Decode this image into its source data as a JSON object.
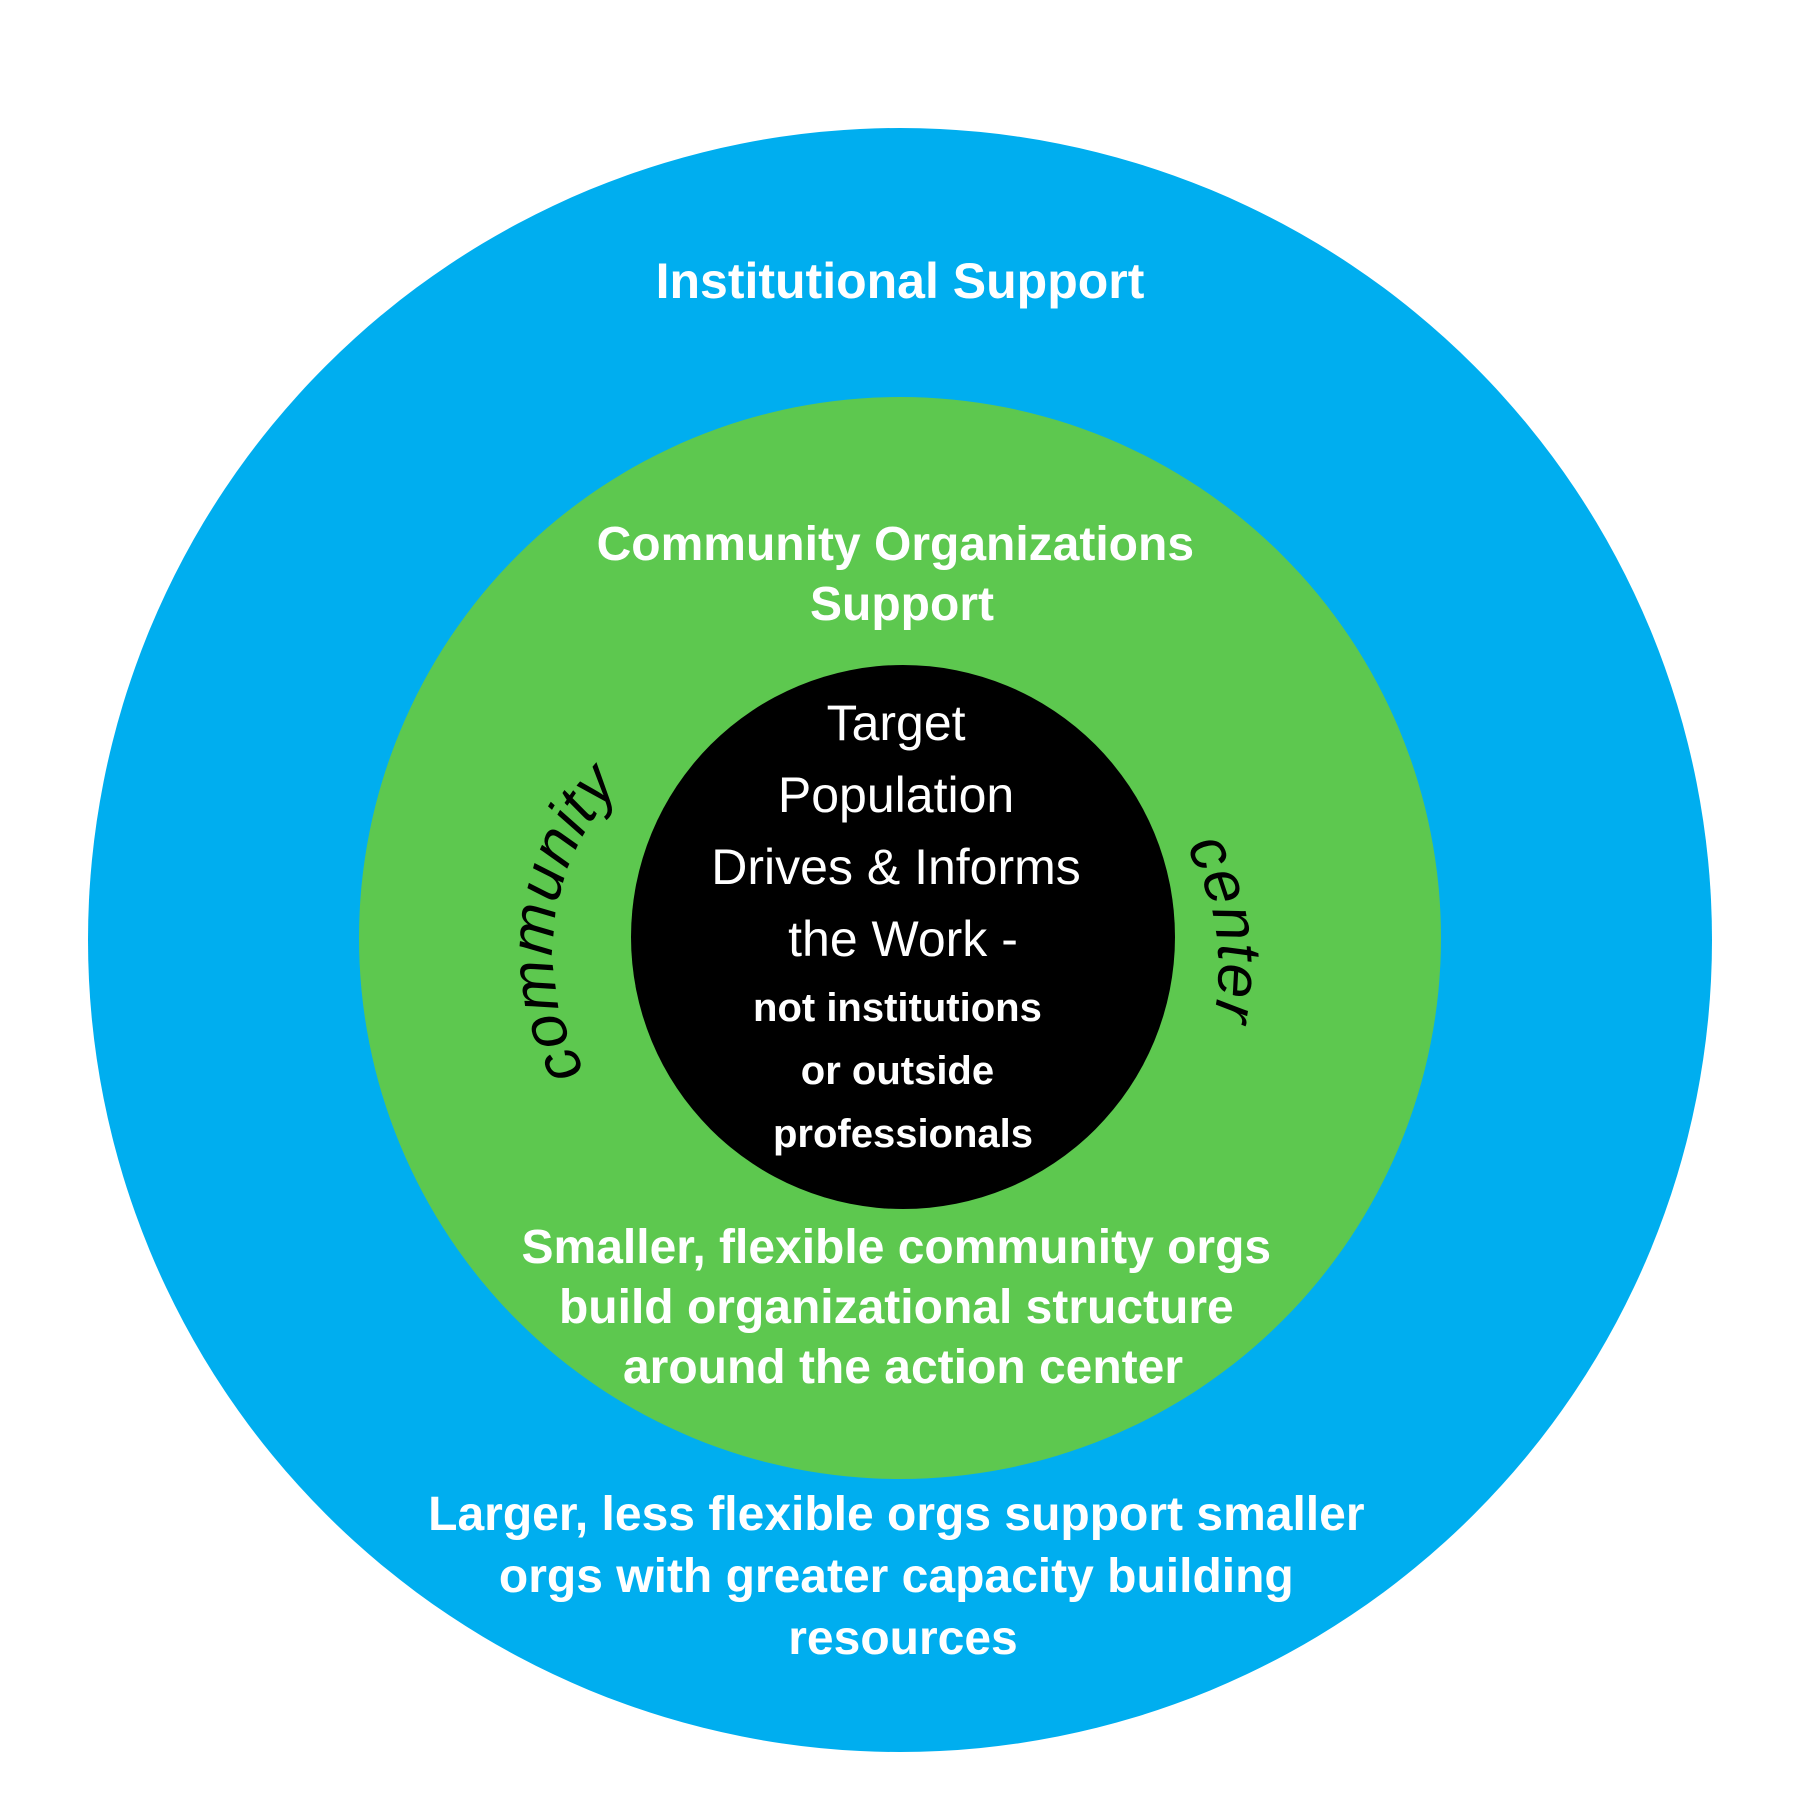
{
  "colors": {
    "outer_ring": "#00AEEF",
    "middle_ring": "#5DC84F",
    "inner_core": "#000000",
    "label_text": "#FFFFFF",
    "arc_text": "#000000"
  },
  "outer": {
    "title": "Institutional Support",
    "description": [
      "Larger, less flexible orgs support smaller",
      "orgs with greater capacity building",
      "resources"
    ]
  },
  "middle": {
    "title": [
      "Community Organizations",
      "Support"
    ],
    "description": [
      "Smaller, flexible community orgs",
      "build organizational structure",
      "around the action center"
    ]
  },
  "core": {
    "heading": [
      "Target",
      "Population",
      "Drives & Informs",
      "the Work -"
    ],
    "subtext": [
      "not institutions",
      "or outside",
      "professionals"
    ]
  },
  "arc_labels": {
    "left": "community",
    "right": "center"
  }
}
